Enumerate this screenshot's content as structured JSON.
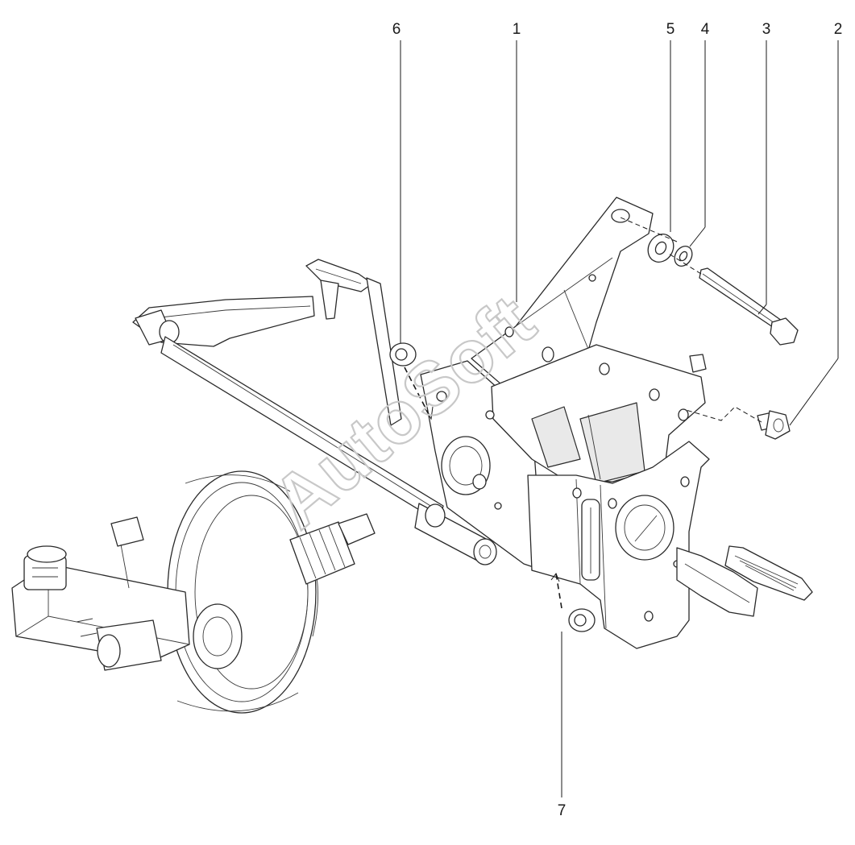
{
  "callouts": [
    {
      "id": "1",
      "label": "1"
    },
    {
      "id": "2",
      "label": "2"
    },
    {
      "id": "3",
      "label": "3"
    },
    {
      "id": "4",
      "label": "4"
    },
    {
      "id": "5",
      "label": "5"
    },
    {
      "id": "6",
      "label": "6"
    },
    {
      "id": "7",
      "label": "7"
    }
  ],
  "watermark": "AutoSoft",
  "colors": {
    "line": "#2a2a2a",
    "watermark": "#c8c8c8",
    "background": "#ffffff"
  }
}
